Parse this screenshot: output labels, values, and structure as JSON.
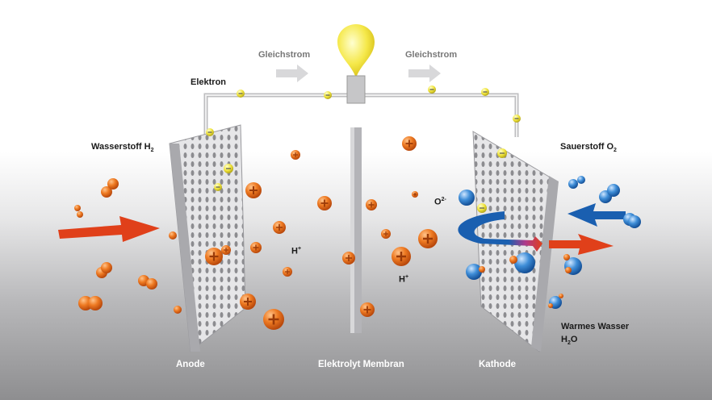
{
  "labels": {
    "current_left": "Gleichstrom",
    "current_right": "Gleichstrom",
    "electron": "Elektron",
    "hydrogen": "Wasserstoff H",
    "hydrogen_sub": "2",
    "oxygen": "Sauerstoff O",
    "oxygen_sub": "2",
    "oxide_ion": "O",
    "oxide_ion_sup": "2-",
    "proton_1": "H",
    "proton_1_sup": "+",
    "proton_2": "H",
    "proton_2_sup": "+",
    "warm_water": "Warmes Wasser",
    "water": "H",
    "water_sub": "2",
    "water_tail": "O",
    "anode": "Anode",
    "membrane": "Elektrolyt Membran",
    "cathode": "Kathode"
  },
  "colors": {
    "proton": "#e8731e",
    "electron": "#f2e53a",
    "oxygen": "#1f6fc0",
    "inflow_arrow": "#e0401a",
    "outflow_arrow": "#1a5fb0",
    "bulb": "#f5e84a"
  }
}
